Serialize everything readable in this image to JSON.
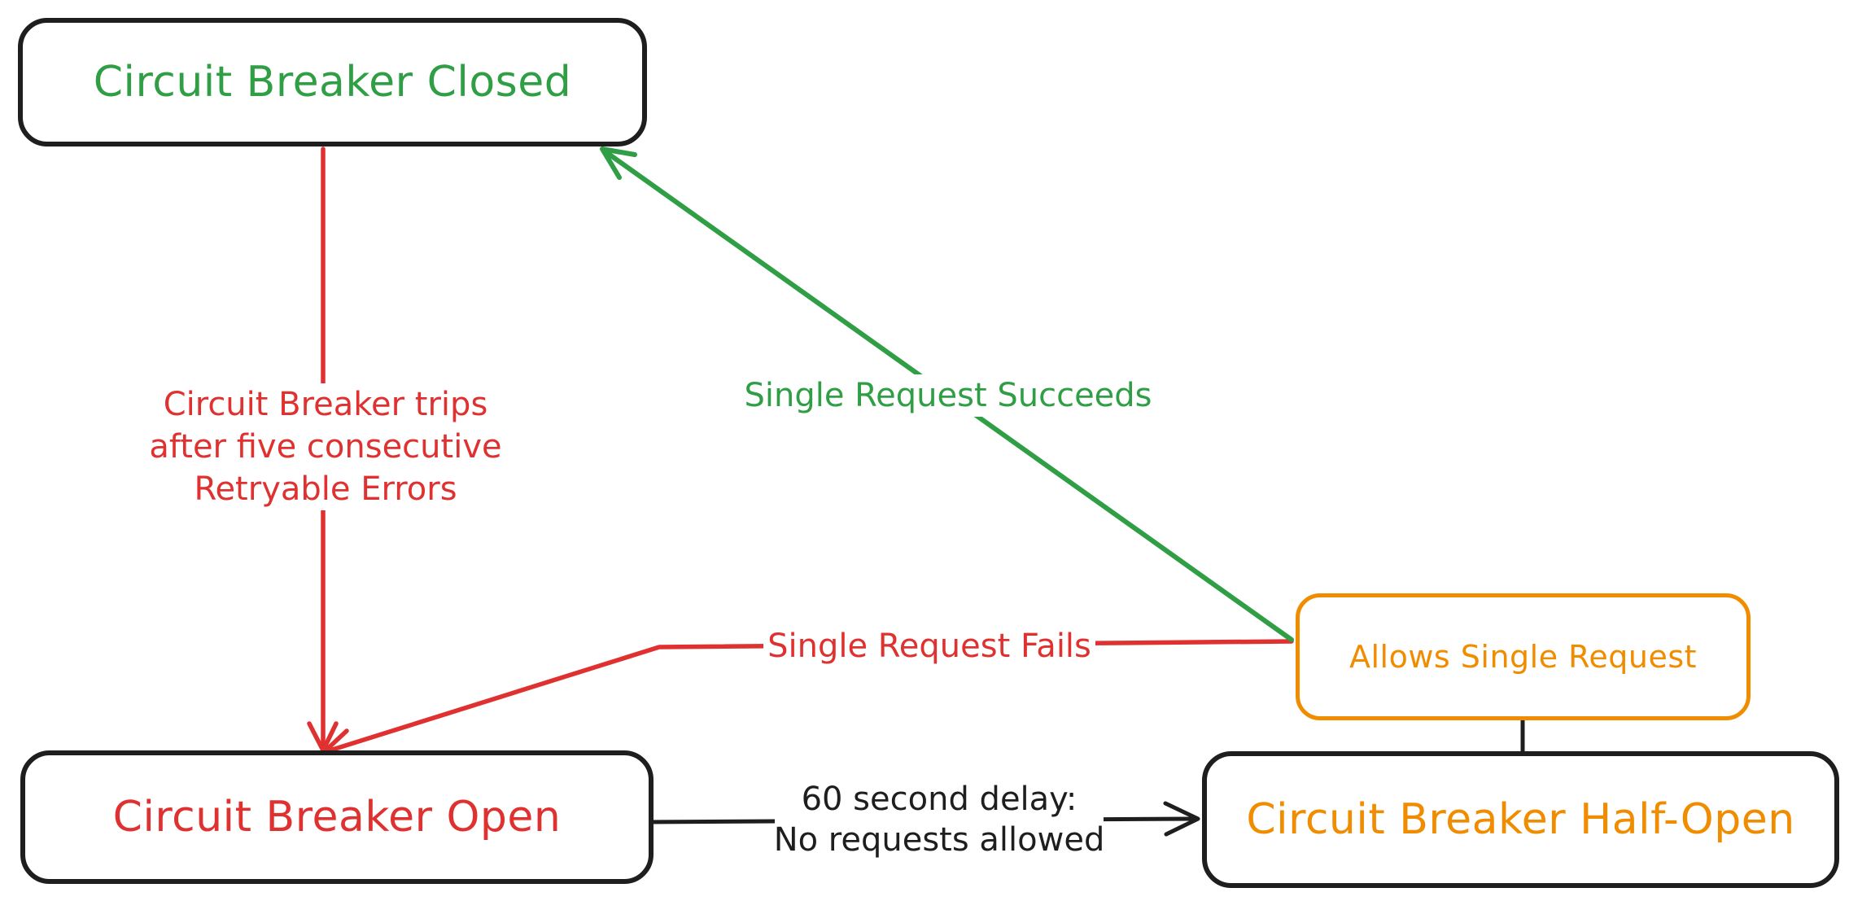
{
  "diagram": {
    "kind": "state-diagram",
    "colors": {
      "green": "#2f9e44",
      "red": "#e03131",
      "orange": "#f08c00",
      "ink": "#1e1e1e",
      "bg": "#ffffff"
    },
    "nodes": [
      {
        "id": "closed",
        "label": "Circuit Breaker Closed",
        "text_color": "#2f9e44",
        "border_color": "#1e1e1e"
      },
      {
        "id": "open",
        "label": "Circuit Breaker Open",
        "text_color": "#e03131",
        "border_color": "#1e1e1e"
      },
      {
        "id": "half_open",
        "label": "Circuit Breaker Half-Open",
        "text_color": "#f08c00",
        "border_color": "#1e1e1e"
      },
      {
        "id": "allows",
        "label": "Allows Single Request",
        "text_color": "#f08c00",
        "border_color": "#f08c00"
      }
    ],
    "edges": [
      {
        "id": "trip",
        "from": "closed",
        "to": "open",
        "color": "#e03131",
        "arrowhead": "end",
        "label_lines": [
          "Circuit Breaker trips",
          "after five consecutive",
          "Retryable Errors"
        ]
      },
      {
        "id": "succeeds",
        "from": "allows",
        "to": "closed",
        "color": "#2f9e44",
        "arrowhead": "end",
        "label": "Single Request Succeeds"
      },
      {
        "id": "fails",
        "from": "allows",
        "to": "open",
        "color": "#e03131",
        "arrowhead": "end",
        "label": "Single Request Fails"
      },
      {
        "id": "delay",
        "from": "open",
        "to": "half_open",
        "color": "#1e1e1e",
        "arrowhead": "end",
        "label_lines": [
          "60 second delay:",
          "No requests allowed"
        ]
      },
      {
        "id": "connector",
        "from": "allows",
        "to": "half_open",
        "color": "#1e1e1e",
        "arrowhead": "none",
        "label": ""
      }
    ]
  }
}
